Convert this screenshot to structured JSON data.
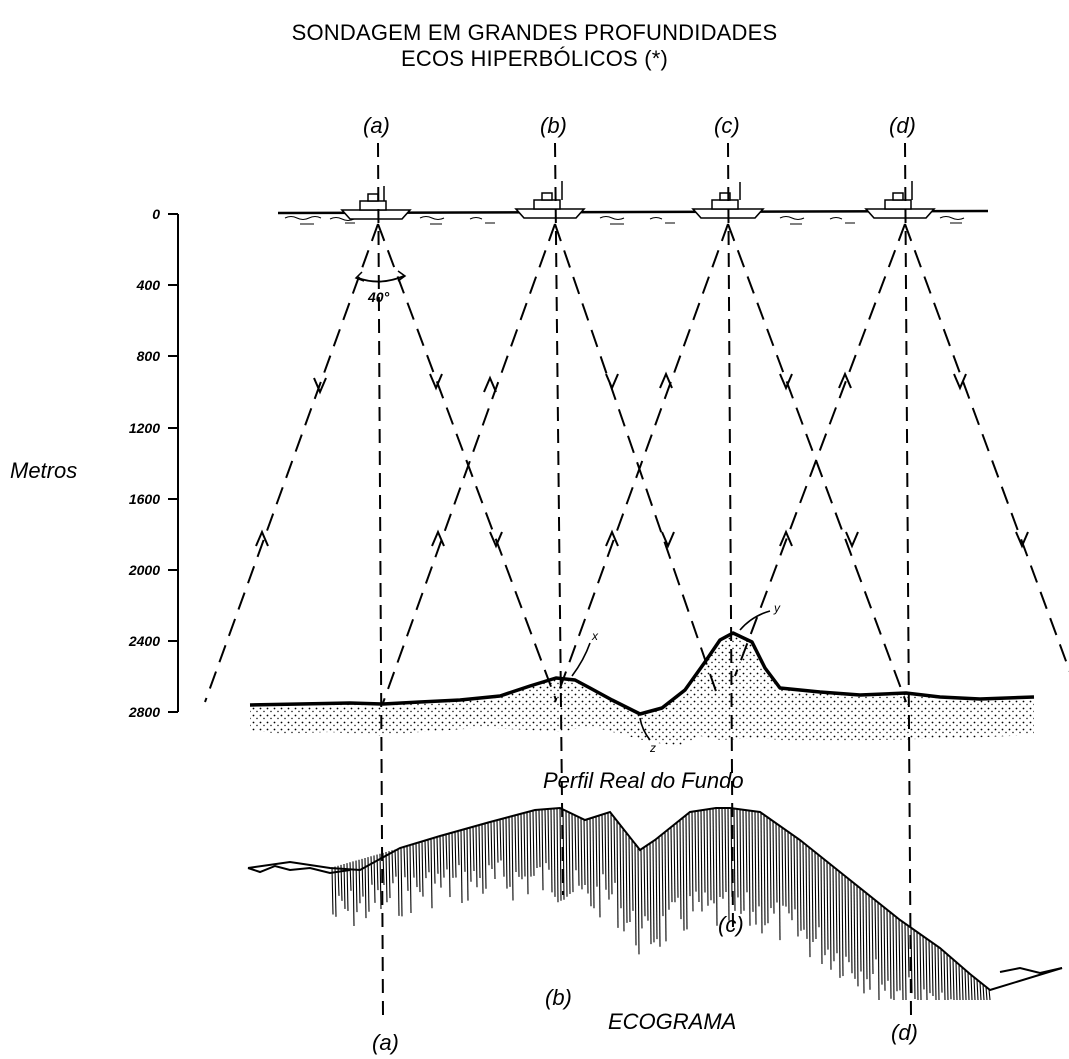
{
  "title_line1": "SONDAGEM EM GRANDES PROFUNDIDADES",
  "title_line2": "ECOS HIPERBÓLICOS (*)",
  "axis_label": "Metros",
  "depth_ticks": [
    "0",
    "400",
    "800",
    "1200",
    "1600",
    "2000",
    "2400",
    "2800"
  ],
  "ship_labels_top": [
    "(a)",
    "(b)",
    "(c)",
    "(d)"
  ],
  "ship_labels_bottom": [
    "(a)",
    "(b)",
    "(c)",
    "(d)"
  ],
  "angle_label": "40°",
  "point_labels": [
    "x",
    "y",
    "z"
  ],
  "real_profile_label": "Perfil Real do Fundo",
  "echogram_label": "ECOGRAMA"
}
